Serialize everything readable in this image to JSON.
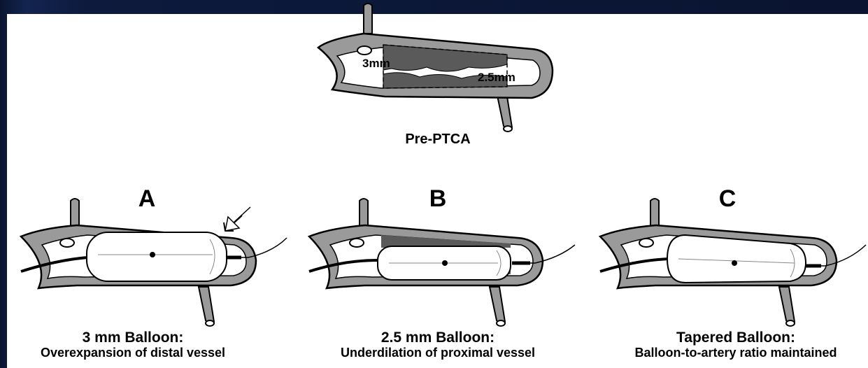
{
  "top_figure": {
    "caption": "Pre-PTCA",
    "proximal_diameter": "3mm",
    "distal_diameter": "2.5mm"
  },
  "panels": [
    {
      "letter": "A",
      "title": "3 mm Balloon:",
      "subtitle": "Overexpansion of distal vessel"
    },
    {
      "letter": "B",
      "title": "2.5 mm Balloon:",
      "subtitle": "Underdilation of proximal vessel"
    },
    {
      "letter": "C",
      "title": "Tapered Balloon:",
      "subtitle": "Balloon-to-artery ratio maintained"
    }
  ],
  "colors": {
    "background": "#0b1635",
    "panel": "#ffffff",
    "vessel_wall": "#8a8a8a",
    "plaque": "#5a5a5a",
    "outline": "#000000"
  }
}
